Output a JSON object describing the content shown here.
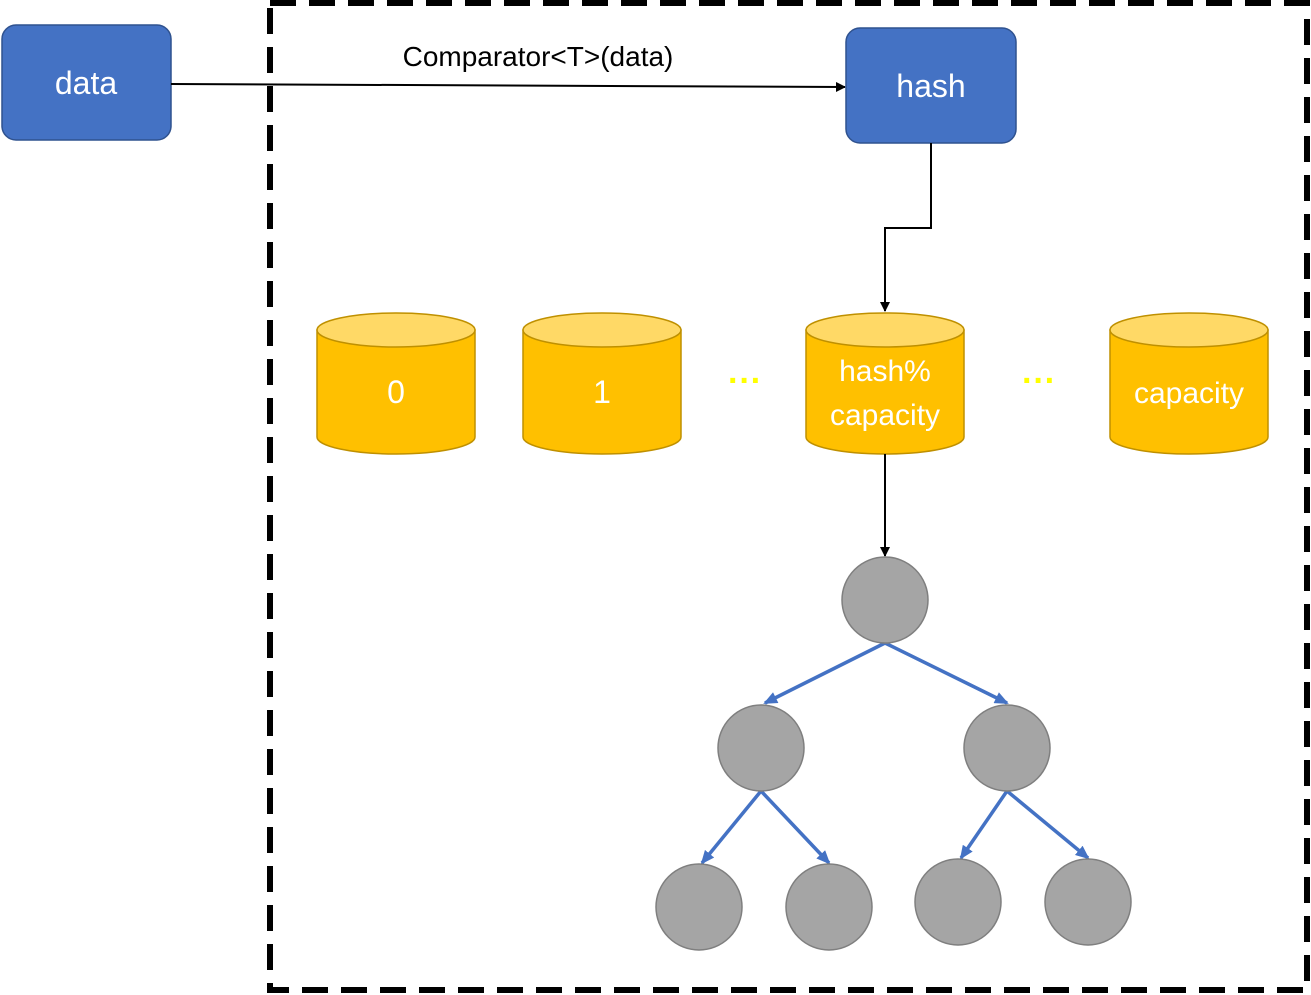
{
  "source_box": {
    "label": "data"
  },
  "edge_label": "Comparator<T>(data)",
  "hash_box": {
    "label": "hash"
  },
  "buckets": [
    {
      "label": "0"
    },
    {
      "label": "1"
    },
    {
      "label_line1": "hash%",
      "label_line2": "capacity"
    },
    {
      "label": "capacity"
    }
  ],
  "ellipsis": "···",
  "colors": {
    "box_fill": "#4472C4",
    "box_stroke": "#2F528F",
    "bucket_fill": "#FFC000",
    "bucket_top": "#FFD966",
    "bucket_stroke": "#BF9000",
    "ellipsis": "#FFFF00",
    "tree_node": "#A5A5A5",
    "tree_edge": "#4472C4"
  },
  "tree": {
    "levels": [
      1,
      2,
      4
    ]
  }
}
